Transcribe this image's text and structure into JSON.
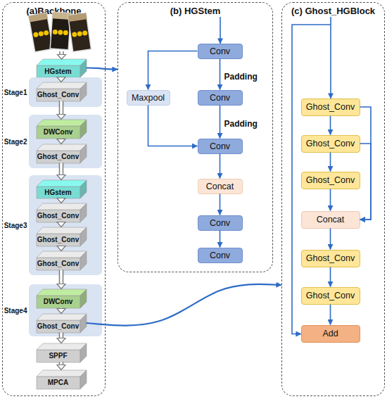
{
  "diagram": {
    "nodes": [
      {
        "text": [
          "(a)Backbone"
        ]
      },
      {
        "text": [
          "HGstem"
        ],
        "in": 0
      },
      {
        "text": [
          "Stage1"
        ],
        "in": 0
      },
      {
        "text": [
          "Ghost_Conv"
        ],
        "in": 2
      },
      {
        "text": [
          "Stage2"
        ],
        "in": 0
      },
      {
        "text": [
          "DWConv"
        ],
        "in": 4
      },
      {
        "text": [
          "Ghost_Conv"
        ],
        "in": 4
      },
      {
        "text": [
          "Stage3"
        ],
        "in": 0
      },
      {
        "text": [
          "HGstem"
        ],
        "in": 7
      },
      {
        "text": [
          "Ghost_Conv"
        ],
        "in": 7
      },
      {
        "text": [
          "Ghost_Conv"
        ],
        "in": 7
      },
      {
        "text": [
          "Ghost_Conv"
        ],
        "in": 7
      },
      {
        "text": [
          "Stage4"
        ],
        "in": 0
      },
      {
        "text": [
          "DWConv"
        ],
        "in": 12
      },
      {
        "text": [
          "Ghost_Conv"
        ],
        "in": 12
      },
      {
        "text": [
          "SPPF"
        ],
        "in": 0
      },
      {
        "text": [
          "MPCA"
        ],
        "in": 0
      },
      {
        "text": [
          "(b) HGStem"
        ]
      },
      {
        "text": [
          "Conv"
        ],
        "in": 17
      },
      {
        "text": [
          "Conv"
        ],
        "in": 17
      },
      {
        "text": [
          "Maxpool"
        ],
        "in": 17
      },
      {
        "text": [
          "Conv"
        ],
        "in": 17
      },
      {
        "text": [
          "Concat"
        ],
        "in": 17
      },
      {
        "text": [
          "Conv"
        ],
        "in": 17
      },
      {
        "text": [
          "Conv"
        ],
        "in": 17
      },
      {
        "text": [
          "(c) Ghost_HGBlock"
        ]
      },
      {
        "text": [
          "Ghost_Conv"
        ],
        "in": 25
      },
      {
        "text": [
          "Ghost_Conv"
        ],
        "in": 25
      },
      {
        "text": [
          "Ghost_Conv"
        ],
        "in": 25
      },
      {
        "text": [
          "Concat"
        ],
        "in": 25
      },
      {
        "text": [
          "Ghost_Conv"
        ],
        "in": 25
      },
      {
        "text": [
          "Ghost_Conv"
        ],
        "in": 25
      },
      {
        "text": [
          "Add"
        ],
        "in": 25
      }
    ],
    "edges": [
      {
        "from": 1,
        "to": 3,
        "arrow": "to"
      },
      {
        "from": 3,
        "to": 5,
        "arrow": "to"
      },
      {
        "from": 5,
        "to": 6,
        "arrow": "to"
      },
      {
        "from": 6,
        "to": 8,
        "arrow": "to"
      },
      {
        "from": 8,
        "to": 9,
        "arrow": "to"
      },
      {
        "from": 9,
        "to": 10,
        "arrow": "to"
      },
      {
        "from": 10,
        "to": 11,
        "arrow": "to"
      },
      {
        "from": 11,
        "to": 13,
        "arrow": "to"
      },
      {
        "from": 13,
        "to": 14,
        "arrow": "to"
      },
      {
        "from": 14,
        "to": 15,
        "arrow": "to"
      },
      {
        "from": 15,
        "to": 16,
        "arrow": "to"
      },
      {
        "from": 1,
        "to": 17,
        "arrow": "to"
      },
      {
        "from": 14,
        "to": 25,
        "arrow": "to"
      },
      {
        "from": 18,
        "to": 19,
        "arrow": "to",
        "label": "Padding"
      },
      {
        "from": 19,
        "to": 21,
        "arrow": "to",
        "label": "Padding"
      },
      {
        "from": 18,
        "to": 20,
        "arrow": "to"
      },
      {
        "from": 20,
        "to": 21,
        "arrow": "to"
      },
      {
        "from": 21,
        "to": 22,
        "arrow": "to"
      },
      {
        "from": 22,
        "to": 23,
        "arrow": "to"
      },
      {
        "from": 23,
        "to": 24,
        "arrow": "to"
      },
      {
        "from": 26,
        "to": 27,
        "arrow": "to"
      },
      {
        "from": 27,
        "to": 28,
        "arrow": "to"
      },
      {
        "from": 28,
        "to": 29,
        "arrow": "to"
      },
      {
        "from": 29,
        "to": 30,
        "arrow": "to"
      },
      {
        "from": 30,
        "to": 31,
        "arrow": "to"
      },
      {
        "from": 31,
        "to": 32,
        "arrow": "to"
      },
      {
        "from": 26,
        "to": 29,
        "arrow": "to"
      },
      {
        "from": 27,
        "to": 29,
        "arrow": "to"
      }
    ]
  }
}
